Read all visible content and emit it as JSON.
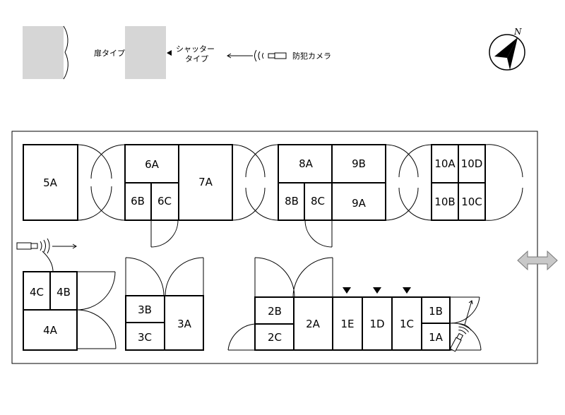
{
  "legend": {
    "door_type": "扉タイプ",
    "shutter_type_line1": "シャッター",
    "shutter_type_line2": "タイプ",
    "camera": "防犯カメラ",
    "compass_north": "N"
  },
  "units": {
    "u5A": "5A",
    "u6A": "6A",
    "u6B": "6B",
    "u6C": "6C",
    "u7A": "7A",
    "u8A": "8A",
    "u8B": "8B",
    "u8C": "8C",
    "u9A": "9A",
    "u9B": "9B",
    "u10A": "10A",
    "u10B": "10B",
    "u10C": "10C",
    "u10D": "10D",
    "u4A": "4A",
    "u4B": "4B",
    "u4C": "4C",
    "u3A": "3A",
    "u3B": "3B",
    "u3C": "3C",
    "u2A": "2A",
    "u2B": "2B",
    "u2C": "2C",
    "u1A": "1A",
    "u1B": "1B",
    "u1C": "1C",
    "u1D": "1D",
    "u1E": "1E"
  },
  "colors": {
    "legend_gray": "#d6d6d6",
    "arrow_gray": "#c8c8c8",
    "line": "#000000"
  },
  "icons": [
    "door-swing-icon",
    "shutter-marker-icon",
    "camera-icon",
    "compass-icon",
    "exit-arrow-icon"
  ]
}
